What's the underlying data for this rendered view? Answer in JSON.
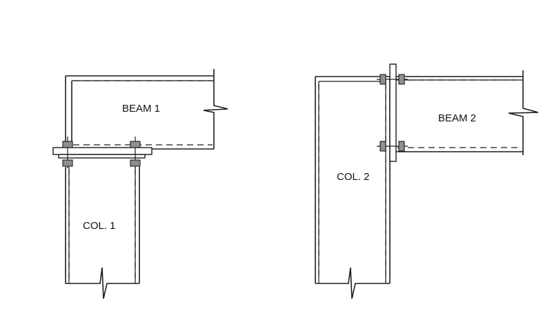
{
  "labels": {
    "beam1": "BEAM 1",
    "col1": "COL. 1",
    "beam2": "BEAM 2",
    "col2": "COL. 2"
  },
  "colors": {
    "line": "#1a1a1a",
    "nut_fill": "#8f8f8f",
    "background": "#ffffff"
  }
}
